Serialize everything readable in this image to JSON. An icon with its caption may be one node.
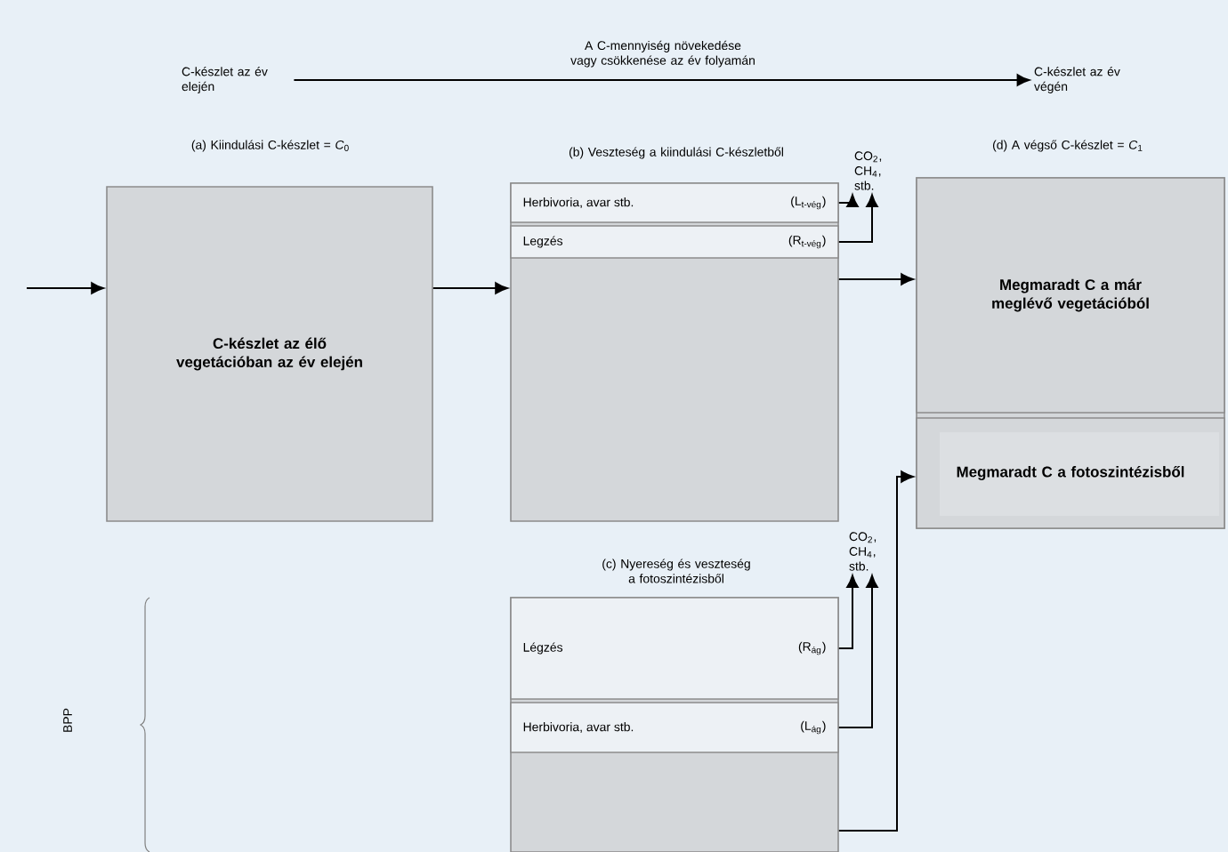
{
  "diagram": {
    "nodes": [
      {
        "text": [
          "C-készlet az év elején"
        ]
      },
      {
        "text": [
          "C-készlet az év végén"
        ]
      },
      {
        "text": [
          "(a) Kiindulási C-készlet = *C*$_{0}$",
          "C-készlet az élő vegetációban az év elején"
        ]
      },
      {
        "text": [
          "(b) Veszteség a kiindulási C-készletből"
        ]
      },
      {
        "text": [
          "Herbivoria, avar stb.",
          "(L$_{t-vég}$)"
        ],
        "in": 3
      },
      {
        "text": [
          "Legzés",
          "(R$_{t-vég}$)"
        ],
        "in": 3
      },
      {
        "text": [
          "CO$_{2}$, CH$_{4}$, stb."
        ]
      },
      {
        "text": [
          "(d) A végső C-készlet = *C*$_{1}$"
        ]
      },
      {
        "text": [
          "Megmaradt C a már meglévő vegetációból"
        ],
        "in": 7
      },
      {
        "text": [
          "Megmaradt C a fotoszintézisből"
        ],
        "in": 7
      },
      {
        "text": [
          "(c) Nyereség és veszteség a fotoszintézisből"
        ]
      },
      {
        "text": [
          "Légzés",
          "(R$_{ág}$)"
        ],
        "in": 10
      },
      {
        "text": [
          "Herbivoria, avar stb.",
          "(L$_{ág}$)"
        ],
        "in": 10
      },
      {
        "text": [
          "CO$_{2}$, CH$_{4}$, stb."
        ]
      }
    ],
    "edges": [
      {
        "from": 0,
        "to": 1,
        "arrow": "to",
        "label": "A C-mennyiség növekedése vagy csökkenése az év folyamán"
      },
      {
        "from": null,
        "to": 2,
        "arrow": "to"
      },
      {
        "from": 2,
        "to": 3,
        "arrow": "to"
      },
      {
        "from": 3,
        "to": 8,
        "arrow": "to"
      },
      {
        "from": 4,
        "to": 6,
        "arrow": "to"
      },
      {
        "from": 5,
        "to": 6,
        "arrow": "to"
      },
      {
        "from": 10,
        "to": 9,
        "arrow": "to"
      },
      {
        "from": 11,
        "to": 13,
        "arrow": "to"
      },
      {
        "from": 12,
        "to": 13,
        "arrow": "to"
      }
    ],
    "labels": [
      "BPP"
    ]
  }
}
